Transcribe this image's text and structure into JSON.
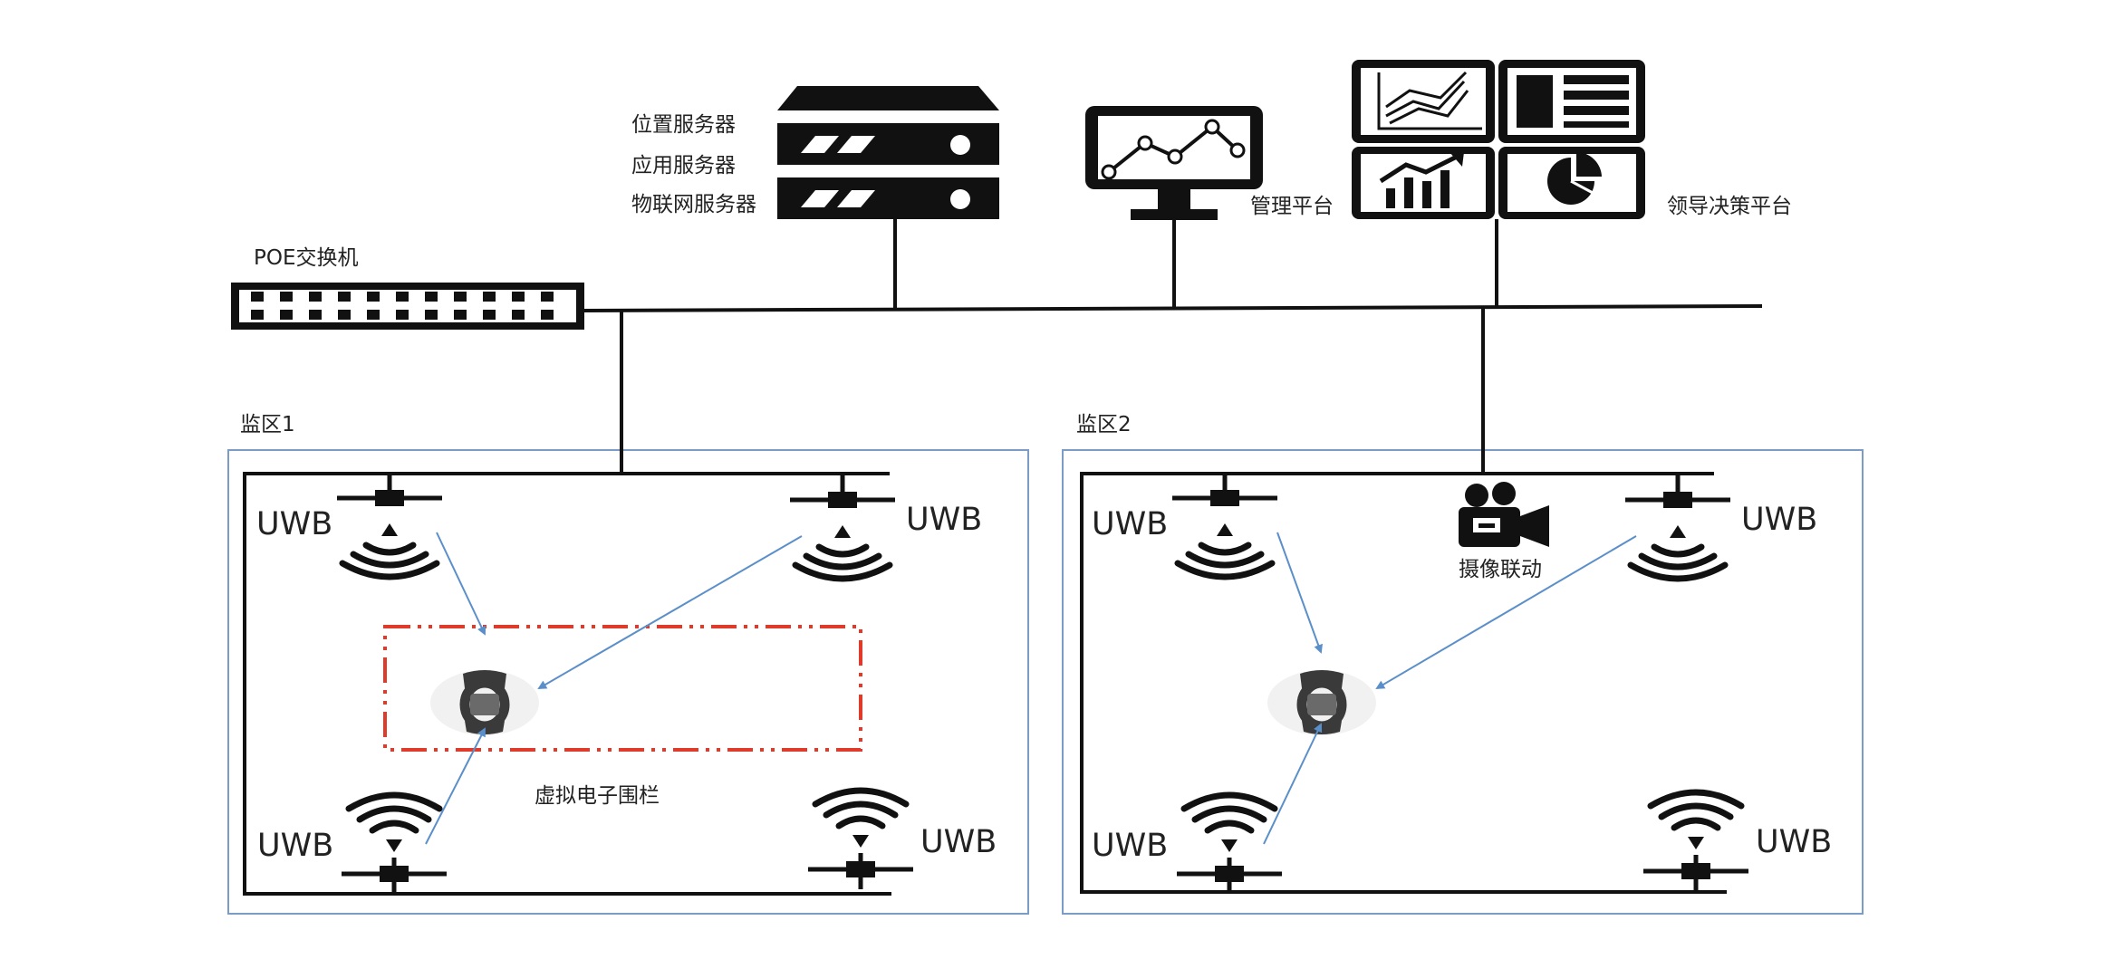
{
  "servers": {
    "labels": [
      "位置服务器",
      "应用服务器",
      "物联网服务器"
    ]
  },
  "switch": {
    "label": "POE交换机"
  },
  "platforms": {
    "management": "管理平台",
    "leadership": "领导决策平台"
  },
  "zones": [
    {
      "label": "监区1",
      "anchor_labels": [
        "UWB",
        "UWB",
        "UWB",
        "UWB"
      ],
      "fence_label": "虚拟电子围栏"
    },
    {
      "label": "监区2",
      "anchor_labels": [
        "UWB",
        "UWB",
        "UWB",
        "UWB"
      ],
      "camera_label": "摄像联动"
    }
  ],
  "colors": {
    "line": "#111111",
    "zone_border": "#7a9cc6",
    "arrow": "#5b8fc9",
    "fence": "#e03a2a"
  },
  "icons": {
    "server": "server-rack-icon",
    "switch": "network-switch-icon",
    "monitor": "monitor-chart-icon",
    "dashboard": "dashboard-icon",
    "anchor": "uwb-anchor-icon",
    "tag": "wristband-tag-icon",
    "camera": "video-camera-icon"
  }
}
